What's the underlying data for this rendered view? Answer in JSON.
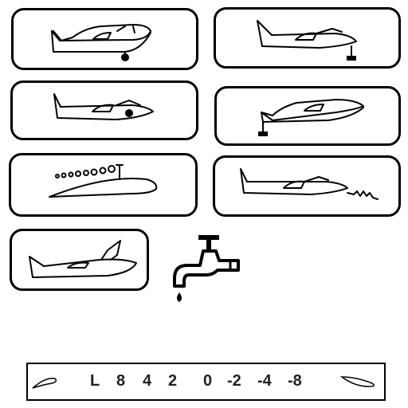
{
  "icons": [
    {
      "name": "airplane-nose-weight-icon"
    },
    {
      "name": "airplane-nose-tie-down-icon"
    },
    {
      "name": "airplane-cockpit-weight-icon"
    },
    {
      "name": "airplane-tail-tie-down-icon"
    },
    {
      "name": "wing-airflow-icon"
    },
    {
      "name": "airplane-wingtip-damage-icon"
    },
    {
      "name": "airplane-broken-canopy-icon"
    },
    {
      "name": "water-tap-icon"
    }
  ],
  "trim_scale": {
    "steps": [
      "L",
      "8",
      "4",
      "2",
      "0",
      "-2",
      "-4",
      "-8"
    ]
  }
}
